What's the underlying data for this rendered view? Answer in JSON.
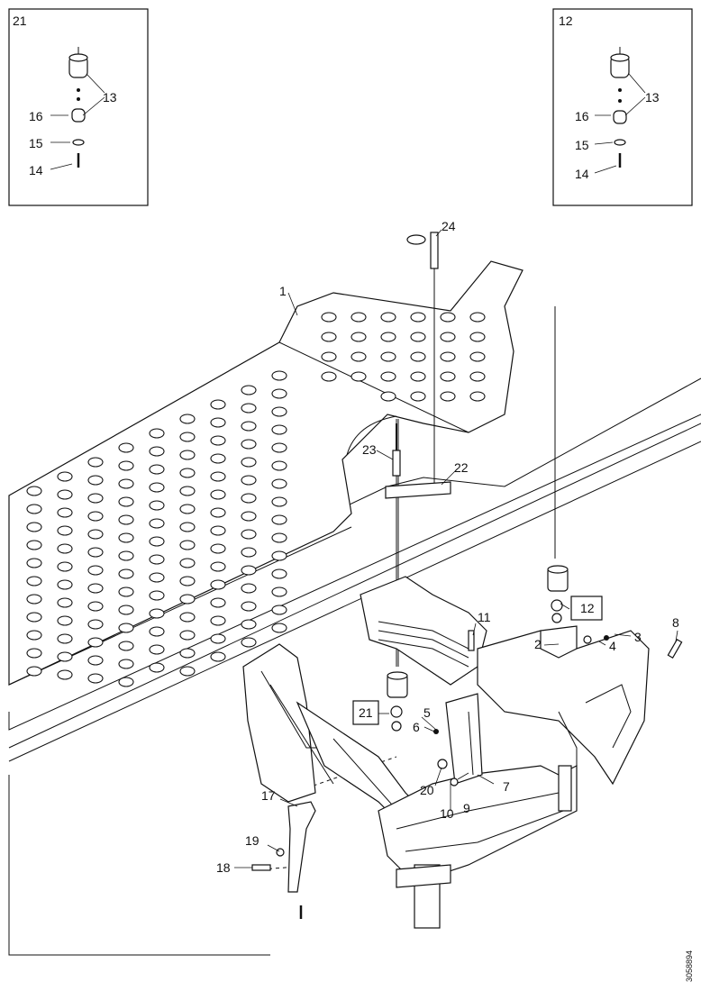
{
  "insets": [
    {
      "label": "21",
      "callouts": [
        "13",
        "16",
        "15",
        "14"
      ]
    },
    {
      "label": "12",
      "callouts": [
        "13",
        "16",
        "15",
        "14"
      ]
    }
  ],
  "callouts": [
    "1",
    "2",
    "3",
    "4",
    "5",
    "6",
    "7",
    "8",
    "9",
    "10",
    "11",
    "12",
    "17",
    "18",
    "19",
    "20",
    "21",
    "22",
    "23",
    "24"
  ],
  "box_refs": [
    "21",
    "12"
  ],
  "doc_id": "3058894"
}
